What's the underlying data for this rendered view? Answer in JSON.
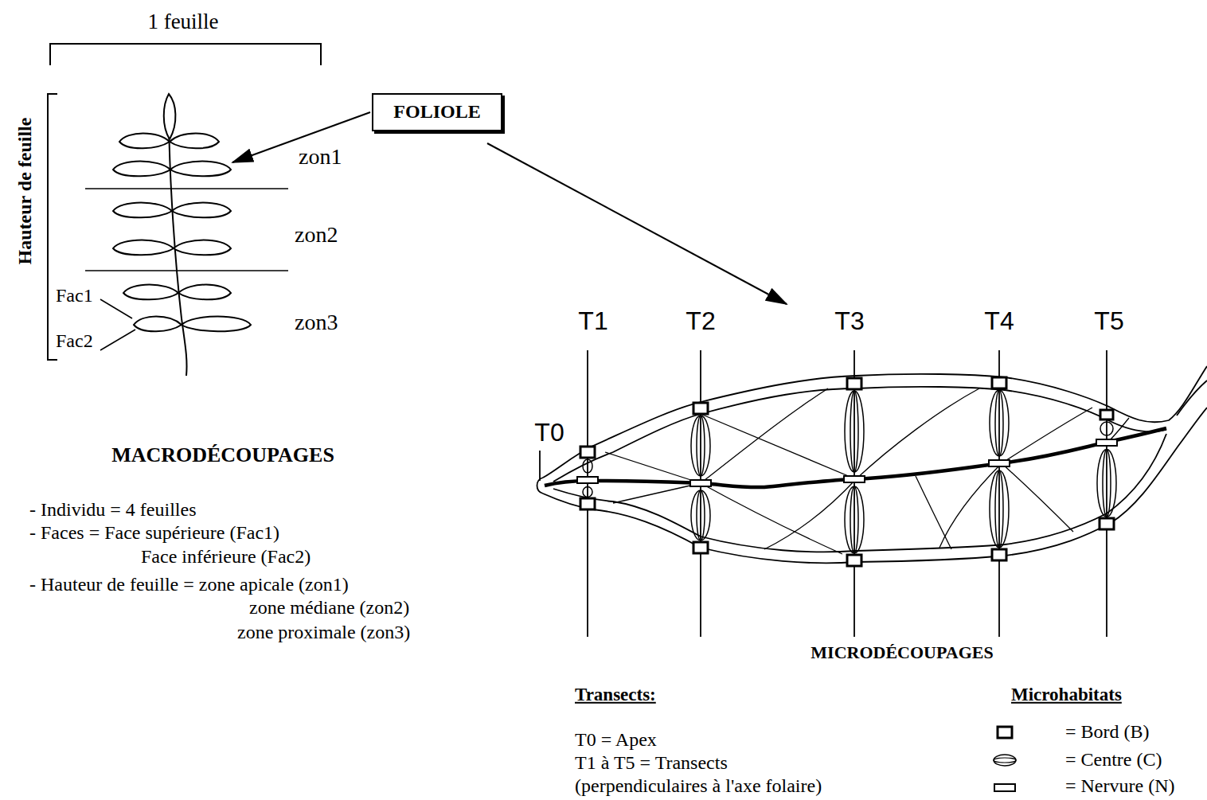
{
  "diagram": {
    "nodes": [
      {
        "text": [
          "FOLIOLE"
        ]
      }
    ],
    "labels": [
      "1 feuille",
      "Hauteur de feuille",
      "zon1",
      "zon2",
      "zon3",
      "Fac1",
      "Fac2",
      "MACRODÉCOUPAGES",
      "- Individu = 4 feuilles",
      "- Faces = Face supérieure (Fac1)",
      "Face inférieure (Fac2)",
      "- Hauteur de feuille = zone apicale (zon1)",
      "zone médiane (zon2)",
      "zone proximale (zon3)",
      "T1",
      "T2",
      "T3",
      "T4",
      "T5",
      "T0",
      "MICRODÉCOUPAGES",
      "Transects:",
      "T0 = Apex",
      "T1 à T5 = Transects",
      "(perpendiculaires à l'axe folaire)",
      "Microhabitats"
    ],
    "legend": [
      {
        "text": "= Bord (B)"
      },
      {
        "text": "= Centre (C)"
      },
      {
        "text": "= Nervure (N)"
      }
    ]
  }
}
